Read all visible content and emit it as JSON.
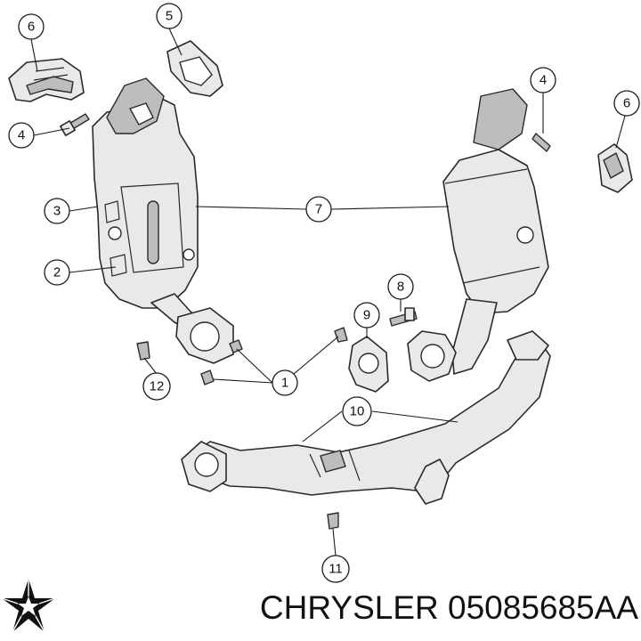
{
  "callouts": [
    {
      "id": "c6a",
      "label": "6"
    },
    {
      "id": "c5",
      "label": "5"
    },
    {
      "id": "c4a",
      "label": "4"
    },
    {
      "id": "c3",
      "label": "3"
    },
    {
      "id": "c2",
      "label": "2"
    },
    {
      "id": "c4b",
      "label": "4"
    },
    {
      "id": "c6b",
      "label": "6"
    },
    {
      "id": "c7",
      "label": "7"
    },
    {
      "id": "c8",
      "label": "8"
    },
    {
      "id": "c9",
      "label": "9"
    },
    {
      "id": "c1",
      "label": "1"
    },
    {
      "id": "c12",
      "label": "12"
    },
    {
      "id": "c10",
      "label": "10"
    },
    {
      "id": "c11",
      "label": "11"
    }
  ],
  "caption": {
    "text": "CHRYSLER 05085685AA"
  },
  "logo": {
    "icon": "pentastar-icon",
    "color": "#111111"
  }
}
